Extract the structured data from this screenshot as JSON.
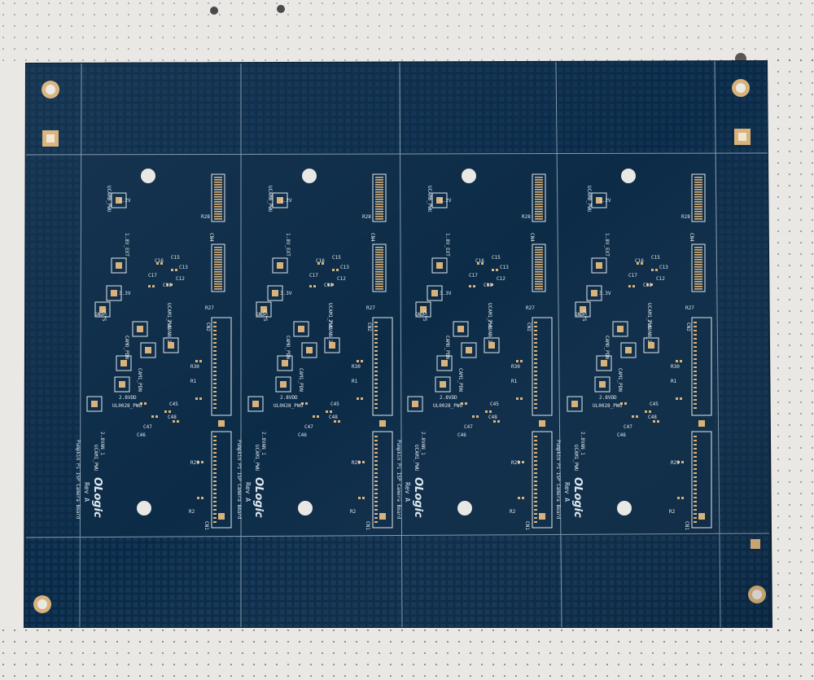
{
  "photo": {
    "colors": {
      "background": "#e9e8e4",
      "board": "#0c2b47",
      "board_edge": "#082036",
      "silkscreen": "#dfe8ee",
      "gold_pad": "#d9b27a"
    },
    "boards": [
      {
        "logo": "OLogic",
        "revision": "Rev A",
        "title": "Pumpkin Pi ISP Camera Board",
        "labels": [
          "UCAM0_PWU",
          "1.2V",
          "R28",
          "1.8V_EXT",
          "C16",
          "C15",
          "C13",
          "C17",
          "C18",
          "C12",
          "3.3V",
          "GND",
          "VSYS",
          "UCAM1_PWU",
          "2.8VAN_2",
          "R27",
          "CAMO_PDN",
          "CAM1_PDN",
          "R1",
          "R30",
          "2.8VDD",
          "UL0028_PWU",
          "C45",
          "C48",
          "C47",
          "C46",
          "2.8VAN_1",
          "UCAM1_PWU",
          "R29",
          "R2",
          "CN1",
          "CN2",
          "CN4"
        ]
      },
      {
        "logo": "OLogic",
        "revision": "Rev A",
        "title": "Pumpkin Pi ISP Camera Board",
        "labels": [
          "UCAM0_PWU",
          "1.2V",
          "R28",
          "1.8V_EXT",
          "C16",
          "C15",
          "C13",
          "C17",
          "C18",
          "C12",
          "3.3V",
          "GND",
          "VSYS",
          "UCAM1_PWU",
          "2.8VAN_2",
          "R27",
          "CAMO_PDN",
          "CAM1_PDN",
          "R1",
          "R30",
          "2.8VDD",
          "UL0028_PWU",
          "C45",
          "C48",
          "C47",
          "C46",
          "2.8VAN_1",
          "UCAM1_PWU",
          "R29",
          "R2",
          "CN1",
          "CN2",
          "CN4"
        ]
      },
      {
        "logo": "OLogic",
        "revision": "Rev A",
        "title": "Pumpkin Pi ISP Camera Board",
        "labels": [
          "UCAM0_PWU",
          "1.2V",
          "R28",
          "1.8V_EXT",
          "C16",
          "C15",
          "C13",
          "C17",
          "C18",
          "C12",
          "3.3V",
          "GND",
          "VSYS",
          "UCAM1_PWU",
          "2.8VAN_2",
          "R27",
          "CAMO_PDN",
          "CAM1_PDN",
          "R1",
          "R30",
          "2.8VDD",
          "UL0028_PWU",
          "C45",
          "C48",
          "C47",
          "C46",
          "2.8VAN_1",
          "UCAM1_PWU",
          "R29",
          "R2",
          "CN1",
          "CN2",
          "CN4"
        ]
      },
      {
        "logo": "OLogic",
        "revision": "Rev A",
        "title": "Pumpkin Pi ISP Camera Board",
        "labels": [
          "UCAM0_PWU",
          "1.2V",
          "R28",
          "1.8V_EXT",
          "C16",
          "C15",
          "C13",
          "C17",
          "C18",
          "C12",
          "3.3V",
          "GND",
          "VSYS",
          "UCAM1_PWU",
          "2.8VAN_2",
          "R27",
          "CAMO_PDN",
          "CAM1_PDN",
          "R1",
          "R30",
          "2.8VDD",
          "UL0028_PWU",
          "C45",
          "C48",
          "C47",
          "C46",
          "2.8VAN_1",
          "UCAM1_PWU",
          "R29",
          "R2",
          "CN1",
          "CN2",
          "CN4"
        ]
      }
    ]
  }
}
